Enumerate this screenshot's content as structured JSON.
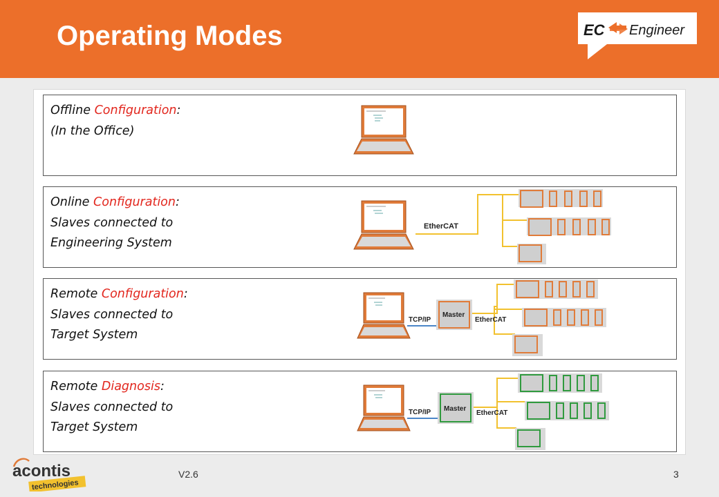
{
  "header": {
    "title": "Operating Modes",
    "logo_text_left": "EC",
    "logo_text_right": "Engineer"
  },
  "colors": {
    "accent": "#ec6f2a",
    "highlight": "#e2261d",
    "slave_orange": "#e07b39",
    "slave_green": "#2f9a3e",
    "bus_yellow": "#f2c12e",
    "tcp_blue": "#4a86c8"
  },
  "panels": [
    {
      "prefix": "Offline ",
      "highlight": "Configuration",
      "suffix": ":",
      "line2": "(In the Office)",
      "line3": ""
    },
    {
      "prefix": "Online ",
      "highlight": "Configuration",
      "suffix": ":",
      "line2": "Slaves connected to",
      "line3": "Engineering System",
      "bus_label": "EtherCAT"
    },
    {
      "prefix": "Remote ",
      "highlight": "Configuration",
      "suffix": ":",
      "line2": "Slaves connected to",
      "line3": "Target System",
      "link_label": "TCP/IP",
      "master_label": "Master",
      "bus_label": "EtherCAT"
    },
    {
      "prefix": "Remote ",
      "highlight": "Diagnosis",
      "suffix": ":",
      "line2": "Slaves connected to",
      "line3": "Target System",
      "link_label": "TCP/IP",
      "master_label": "Master",
      "bus_label": "EtherCAT"
    }
  ],
  "footer": {
    "company": "acontis",
    "company_sub": "technologies",
    "version": "V2.6",
    "page_number": "3"
  }
}
